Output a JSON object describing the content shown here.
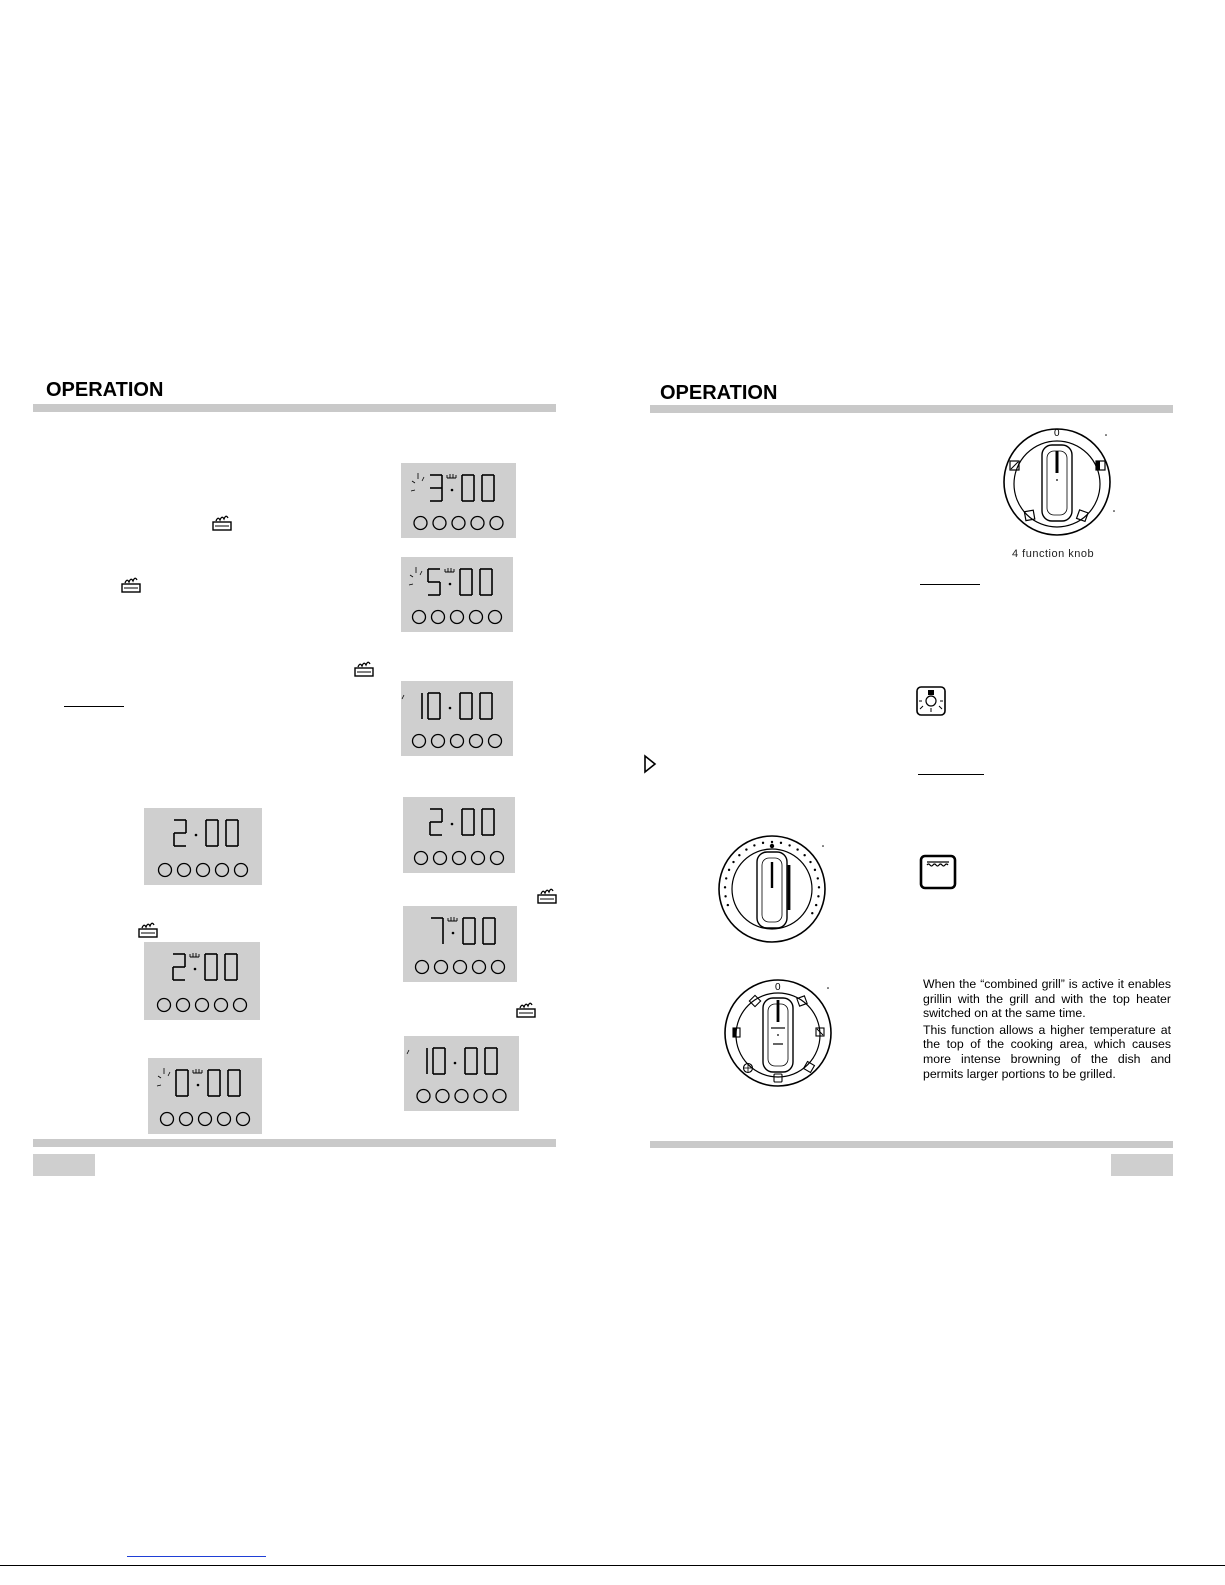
{
  "left_page": {
    "title": "OPERATION",
    "displays": [
      {
        "id": "a",
        "digits": "3",
        "mins": "00",
        "blink": true,
        "pot": true
      },
      {
        "id": "b",
        "digits": "5",
        "mins": "00",
        "blink": true,
        "pot": true
      },
      {
        "id": "c",
        "digits": "10",
        "mins": "00",
        "blink": true,
        "pot": false
      },
      {
        "id": "d",
        "digits": "2",
        "mins": "00",
        "blink": false,
        "pot": false
      },
      {
        "id": "e",
        "digits": "2",
        "mins": "00",
        "blink": false,
        "pot": true
      },
      {
        "id": "f",
        "digits": "0",
        "mins": "00",
        "blink": true,
        "pot": true
      },
      {
        "id": "g",
        "digits": "2",
        "mins": "00",
        "blink": false,
        "pot": false
      },
      {
        "id": "h",
        "digits": "7",
        "mins": "00",
        "blink": false,
        "pot": true
      },
      {
        "id": "i",
        "digits": "10",
        "mins": "00",
        "blink": true,
        "pot": false
      }
    ]
  },
  "right_page": {
    "title": "OPERATION",
    "knob_top_label": "0",
    "knob_caption": "4  function  knob",
    "knob_bottom_label": "0",
    "combined_grill_text": [
      "When  the  “combined  grill”  is  active  it enables grillin   with the grill and with the top heater switched on at the same time.",
      "This function allows a higher temperature at  the  top  of  the  cooking  area,  which causes more intense browning of the dish and permits larger portions to be grilled."
    ]
  },
  "icons": {
    "cooking_pot": "pot-icon",
    "lamp": "oven-lamp-icon",
    "top_heater": "top-heater-icon",
    "arrow": "play-arrow-icon"
  },
  "colors": {
    "rule": "#c9c9c9",
    "lcd_bg": "#cfcfcf",
    "ink": "#000000"
  }
}
